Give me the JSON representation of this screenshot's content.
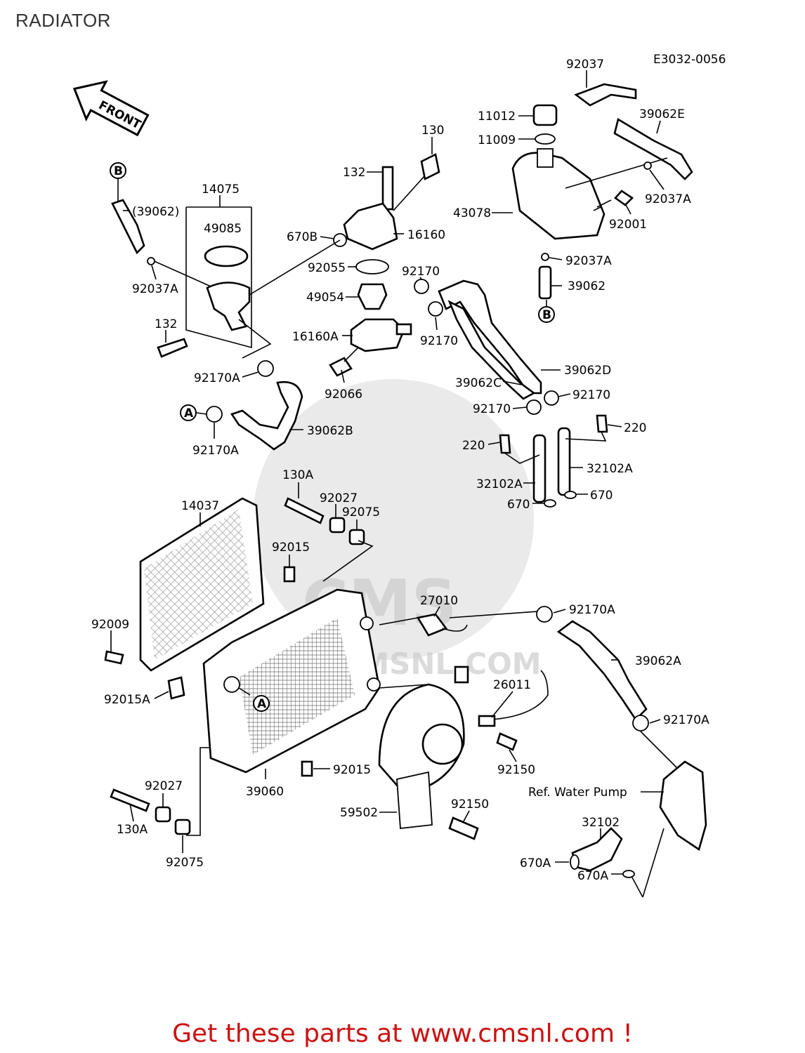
{
  "page": {
    "title": "RADIATOR",
    "diagram_code": "E3032-0056",
    "promo_text": "Get these parts at www.cmsnl.com !",
    "front_label": "FRONT",
    "watermark_text": "WWW.CMSNL.COM",
    "watermark_brand": "CMS"
  },
  "callouts": {
    "c92037": "92037",
    "c39062E": "39062E",
    "c11012": "11012",
    "c11009": "11009",
    "c130": "130",
    "c132a": "132",
    "c43078": "43078",
    "c92037A_r": "92037A",
    "c92001": "92001",
    "c16160": "16160",
    "c670B": "670B",
    "c92037A_m": "92037A",
    "c92055": "92055",
    "c92170_t": "92170",
    "c39062": "39062",
    "c49054": "49054",
    "c92170_m": "92170",
    "c16160A": "16160A",
    "c14075": "14075",
    "c39062p": "(39062)",
    "c49085": "49085",
    "c92037A_l": "92037A",
    "c132b": "132",
    "c92170A_l": "92170A",
    "c92066": "92066",
    "c39062C": "39062C",
    "c39062D": "39062D",
    "c92170_b1": "92170",
    "c92170_b2": "92170",
    "c220_r": "220",
    "c220_l": "220",
    "c32102A_r": "32102A",
    "c32102A_l": "32102A",
    "c670_l": "670",
    "c670_r": "670",
    "c39062B": "39062B",
    "c92170A_ll": "92170A",
    "c130A_t": "130A",
    "c92027_t": "92027",
    "c92075_t": "92075",
    "c14037": "14037",
    "c92015_t": "92015",
    "c27010": "27010",
    "c92170A_r": "92170A",
    "c92009": "92009",
    "c39062A": "39062A",
    "c92015A": "92015A",
    "c26011": "26011",
    "c92170A_rr": "92170A",
    "c92015_b": "92015",
    "c92150_t": "92150",
    "c39060": "39060",
    "c92027_b": "92027",
    "c130A_b": "130A",
    "c92075_b": "92075",
    "c59502": "59502",
    "c92150_b": "92150",
    "c_refwp": "Ref. Water Pump",
    "c32102": "32102",
    "c670A_l": "670A",
    "c670A_r": "670A",
    "mark_A1": "A",
    "mark_A2": "A",
    "mark_B1": "B",
    "mark_B2": "B"
  }
}
